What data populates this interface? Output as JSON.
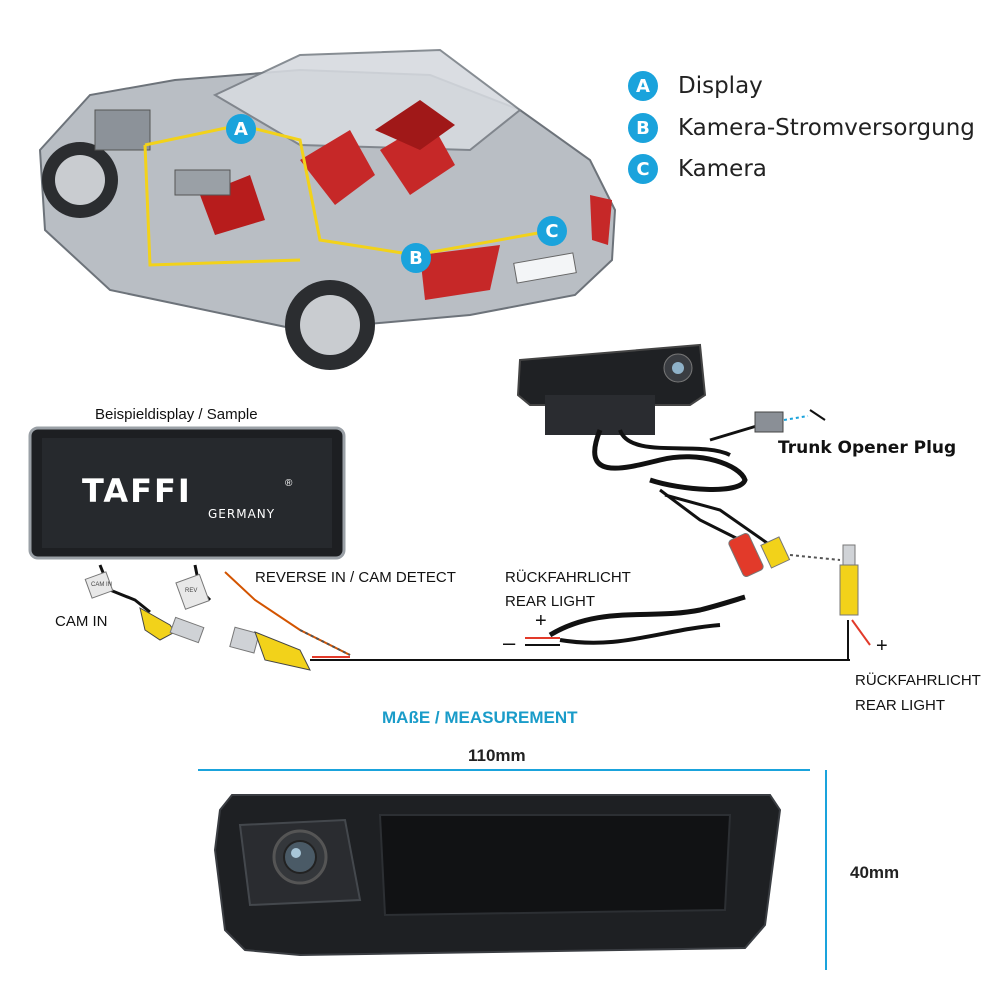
{
  "legend": [
    {
      "letter": "A",
      "label": "Display"
    },
    {
      "letter": "B",
      "label": "Kamera-Stromversorgung"
    },
    {
      "letter": "C",
      "label": "Kamera"
    }
  ],
  "car_markers": [
    "A",
    "B",
    "C"
  ],
  "display_caption": "Beispieldisplay / Sample",
  "display_brand": "TAFFI",
  "display_brand_mark": "®",
  "display_subbrand": "GERMANY",
  "wiring": {
    "cam_in": "CAM IN",
    "reverse_in": "REVERSE IN / CAM DETECT",
    "rear_light_center_de": "RÜCKFAHRLICHT",
    "rear_light_center_en": "REAR LIGHT",
    "rear_light_right_de": "RÜCKFAHRLICHT",
    "rear_light_right_en": "REAR LIGHT",
    "trunk_opener_plug": "Trunk Opener Plug",
    "plus_center": "+",
    "minus_center": "–",
    "plus_right": "+",
    "connector_tag_1": "CAM IN",
    "connector_tag_2": "REV"
  },
  "measurement": {
    "title": "MAßE / MEASUREMENT",
    "width": "110mm",
    "height": "40mm"
  },
  "colors": {
    "accent": "#1aa3dc",
    "cable_yellow": "#f2d21a",
    "cable_red": "#e23a2a",
    "wire_black": "#111111"
  }
}
